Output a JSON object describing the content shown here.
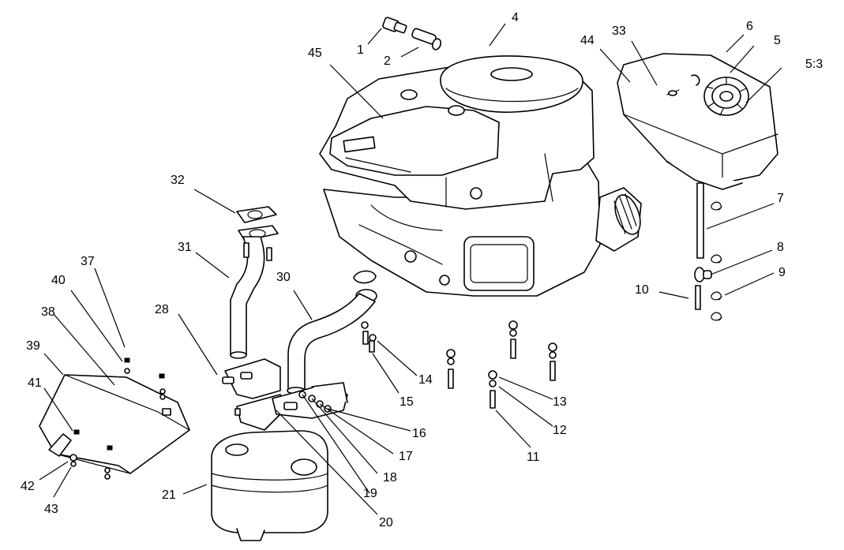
{
  "callouts": [
    {
      "id": "1",
      "text": "1"
    },
    {
      "id": "2",
      "text": "2"
    },
    {
      "id": "4",
      "text": "4"
    },
    {
      "id": "5",
      "text": "5"
    },
    {
      "id": "5_3",
      "text": "5:3"
    },
    {
      "id": "6",
      "text": "6"
    },
    {
      "id": "7",
      "text": "7"
    },
    {
      "id": "8",
      "text": "8"
    },
    {
      "id": "9",
      "text": "9"
    },
    {
      "id": "10",
      "text": "10"
    },
    {
      "id": "11",
      "text": "11"
    },
    {
      "id": "12",
      "text": "12"
    },
    {
      "id": "13",
      "text": "13"
    },
    {
      "id": "14",
      "text": "14"
    },
    {
      "id": "15",
      "text": "15"
    },
    {
      "id": "16",
      "text": "16"
    },
    {
      "id": "17",
      "text": "17"
    },
    {
      "id": "18",
      "text": "18"
    },
    {
      "id": "19",
      "text": "19"
    },
    {
      "id": "20",
      "text": "20"
    },
    {
      "id": "21",
      "text": "21"
    },
    {
      "id": "28",
      "text": "28"
    },
    {
      "id": "30",
      "text": "30"
    },
    {
      "id": "31",
      "text": "31"
    },
    {
      "id": "32",
      "text": "32"
    },
    {
      "id": "33",
      "text": "33"
    },
    {
      "id": "37",
      "text": "37"
    },
    {
      "id": "38",
      "text": "38"
    },
    {
      "id": "39",
      "text": "39"
    },
    {
      "id": "40",
      "text": "40"
    },
    {
      "id": "41",
      "text": "41"
    },
    {
      "id": "42",
      "text": "42"
    },
    {
      "id": "43",
      "text": "43"
    },
    {
      "id": "44",
      "text": "44"
    },
    {
      "id": "45",
      "text": "45"
    }
  ]
}
